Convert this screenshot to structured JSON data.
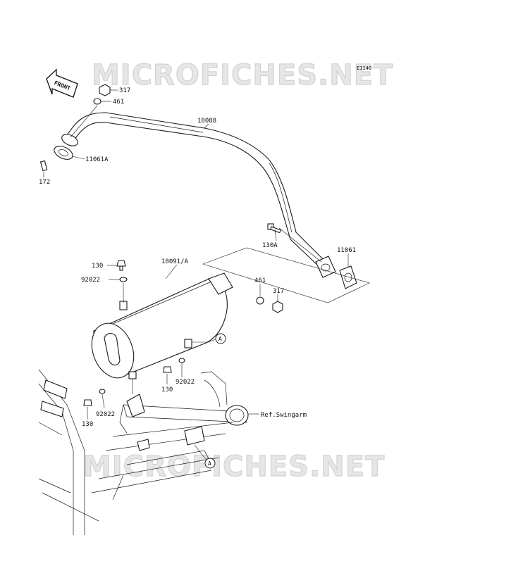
{
  "watermark": {
    "top": "MICROFICHES.NET",
    "bottom": "MICROFICHES.NET"
  },
  "diagram_code": "E1140",
  "front_label": "FRONT",
  "callouts": {
    "c317a": "317",
    "c461a": "461",
    "c18088": "18088",
    "c11061A": "11061A",
    "c172": "172",
    "c130A": "130A",
    "c11061": "11061",
    "c130a": "130",
    "c18091A": "18091/A",
    "c92022a": "92022",
    "c461b": "461",
    "c317b": "317",
    "c130b": "130",
    "c92022b": "92022",
    "c92022c": "92022",
    "c130c": "130",
    "ref_swingarm": "Ref.Swingarm",
    "markA1": "A",
    "markA2": "A"
  }
}
